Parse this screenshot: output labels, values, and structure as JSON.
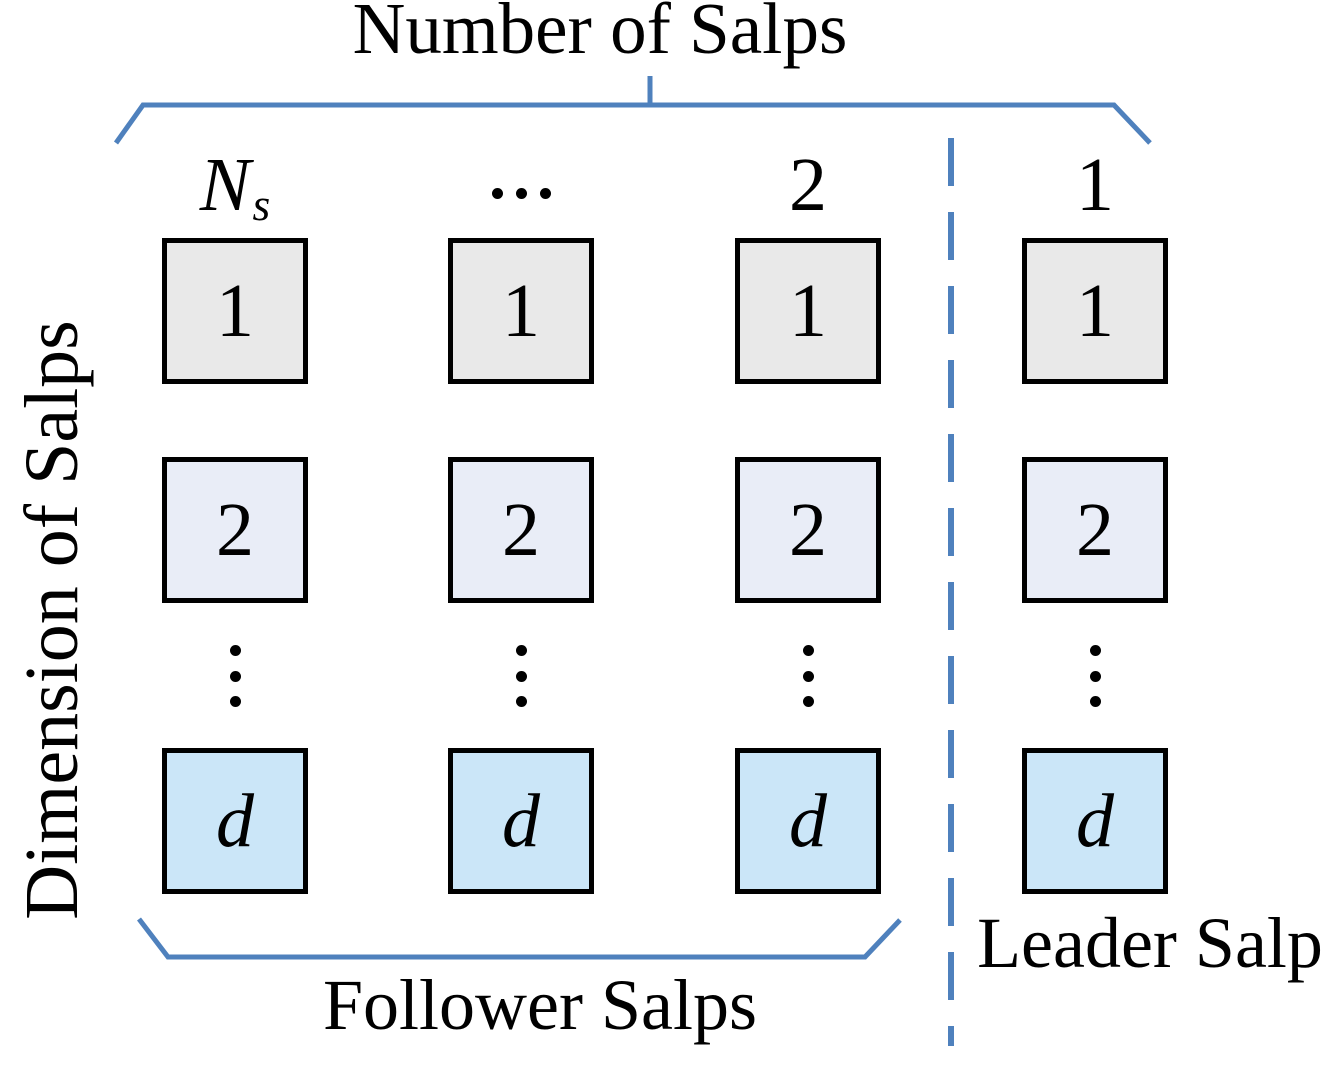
{
  "title": "Number of Salps",
  "left_axis_label": "Dimension of Salps",
  "captions": {
    "follower": "Follower Salps",
    "leader": "Leader Salp"
  },
  "colors": {
    "accent_blue": "#4F81BD",
    "cell_row_1_fill": "#E9E9E9",
    "cell_row_2_fill": "#E9EDF7",
    "cell_row_d_fill": "#CBE6F8",
    "cell_border": "#000000",
    "text": "#000000"
  },
  "columns": [
    {
      "header": "Ns",
      "header_base": "N",
      "header_subscript": "s",
      "header_kind": "variable",
      "group": "follower",
      "cells": [
        "1",
        "2",
        "d"
      ]
    },
    {
      "header": "···",
      "header_kind": "ellipsis",
      "group": "follower",
      "cells": [
        "1",
        "2",
        "d"
      ]
    },
    {
      "header": "2",
      "header_kind": "number",
      "group": "follower",
      "cells": [
        "1",
        "2",
        "d"
      ]
    },
    {
      "header": "1",
      "header_kind": "number",
      "group": "leader",
      "cells": [
        "1",
        "2",
        "d"
      ]
    }
  ],
  "row_labels": [
    "1",
    "2",
    "d"
  ],
  "vertical_ellipsis_symbol": "⋮",
  "horizontal_ellipsis_symbol": "···"
}
